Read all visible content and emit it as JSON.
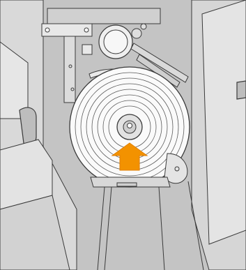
{
  "figure": {
    "kind": "technical-illustration",
    "subject": "printer-internal-spindle-with-paper-roll",
    "indicator": {
      "shape": "arrow",
      "direction": "up",
      "points_to": "spindle-hub"
    },
    "colors": {
      "background_gray": "#bdbdbd",
      "panel_light": "#e6e6e6",
      "panel_mid": "#cfcfcf",
      "line_dark": "#3a3a3a",
      "roll_white": "#fafafa",
      "arrow_orange": "#f39200"
    }
  }
}
